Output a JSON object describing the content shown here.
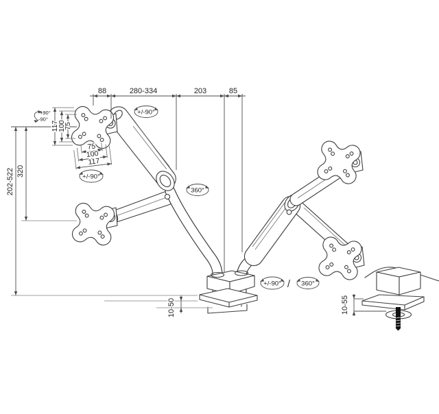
{
  "colors": {
    "background": "#ffffff",
    "line": "#3c3c3c",
    "dimension": "#4a4a4a",
    "leader": "#9f9f9f",
    "bolt": "#111111"
  },
  "top_dimensions": {
    "labels": [
      "88",
      "280-334",
      "203",
      "85"
    ]
  },
  "side_dimensions": {
    "total_height_range": "202-522",
    "vertical_travel": "320"
  },
  "vesa_plate": {
    "vertical": [
      "117",
      "100",
      "75"
    ],
    "horizontal": [
      "75",
      "100",
      "117"
    ]
  },
  "mounting": {
    "clamp_range": "10-50",
    "grommet_range": "10-55"
  },
  "rotation": {
    "tilt_up": "+90°",
    "tilt_down": "-90°",
    "pivot_range": "+/-90°",
    "full_rotation": "360°",
    "separator": "/"
  }
}
